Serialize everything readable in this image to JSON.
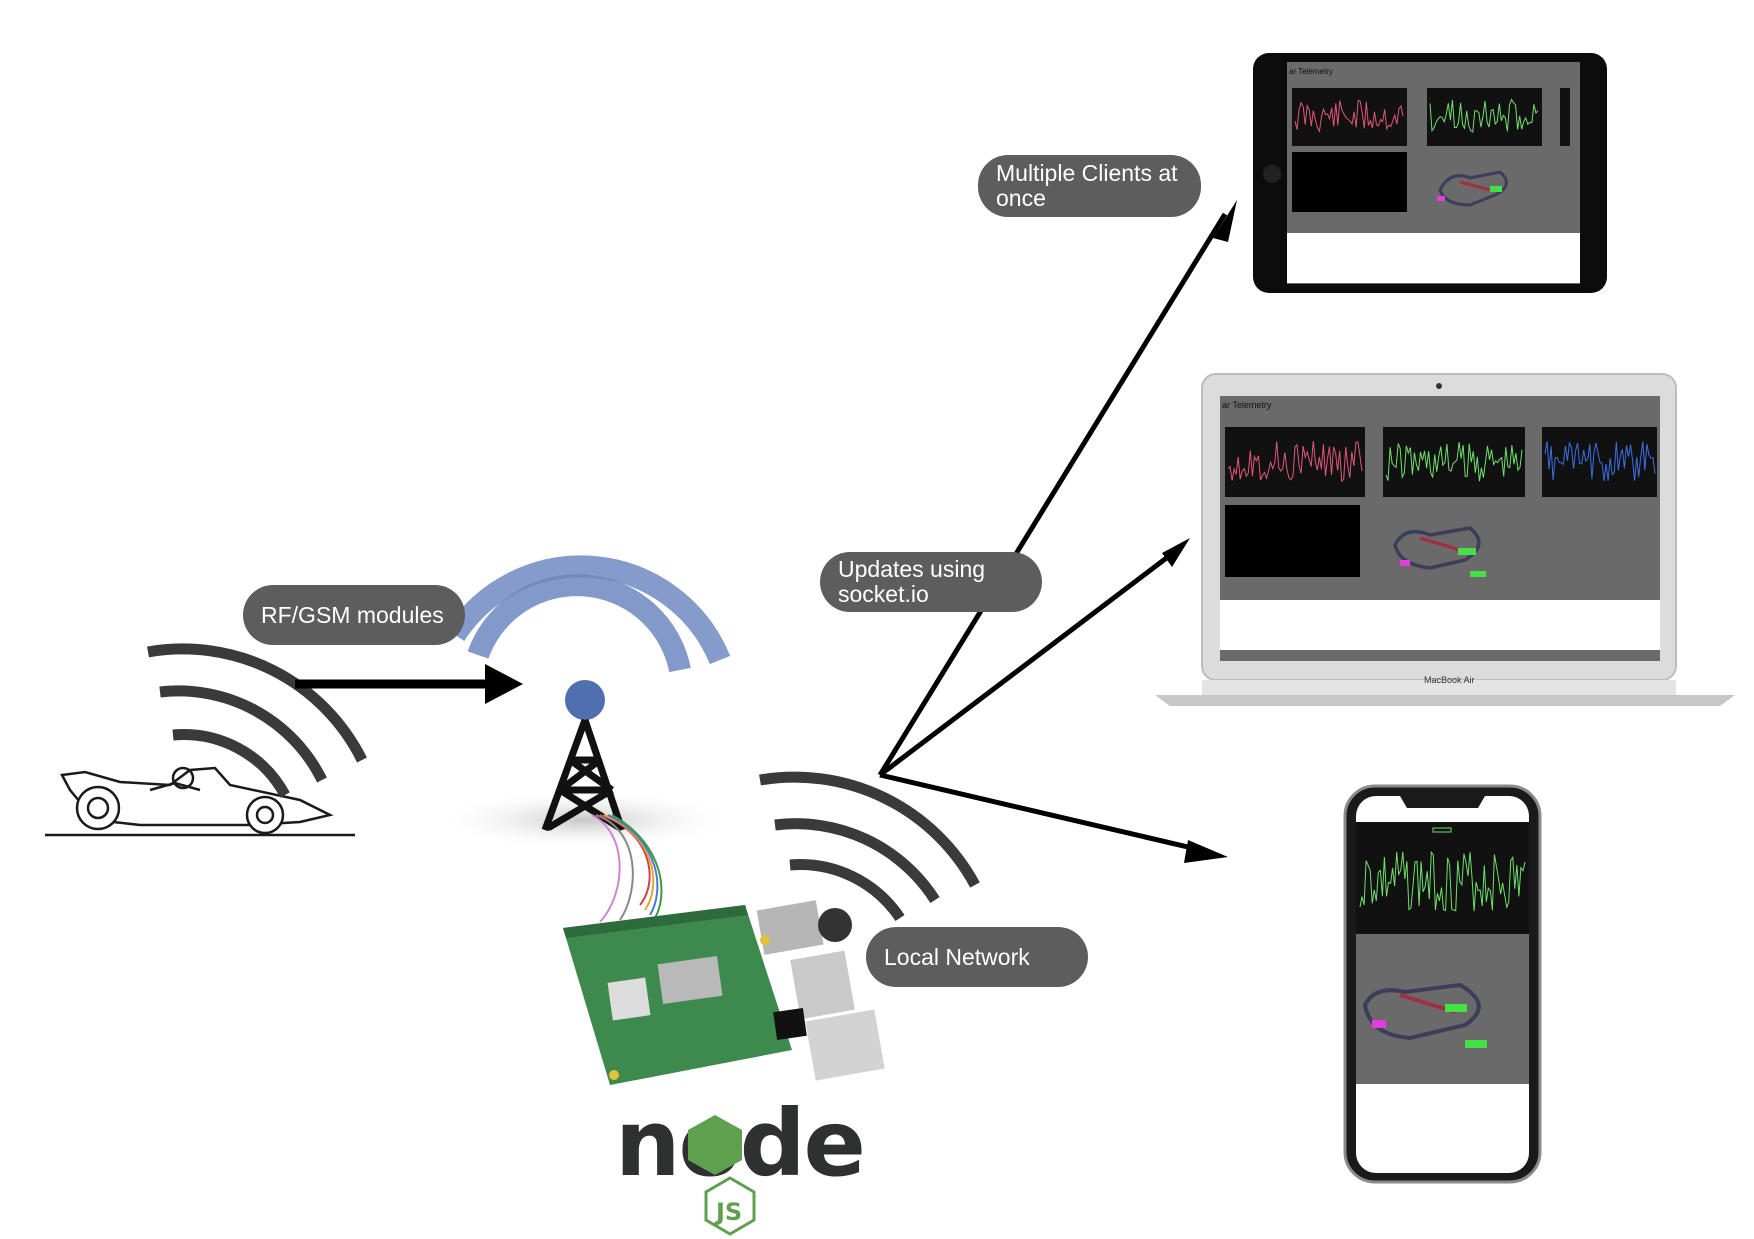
{
  "labels": {
    "rf_gsm": "RF/GSM modules",
    "multiple_clients": [
      "Multiple Clients at",
      "once"
    ],
    "updates": [
      "Updates using",
      "socket.io"
    ],
    "local_network": "Local Network"
  },
  "devices": {
    "tablet_title": "ar Telemetry",
    "laptop_title": "ar Telemetry",
    "laptop_brand": "MacBook Air"
  },
  "logo": {
    "node_text": "node",
    "js_text": "JS"
  },
  "colors": {
    "pill_bg": "#5d5d5d",
    "arc": "#3a3a3a",
    "arrow": "#000000",
    "tower_signal": "#4f6fae",
    "series_red": "#e0577a",
    "series_green": "#6fe06a",
    "series_blue": "#3b6fe0",
    "pcb_green": "#3e8a4e",
    "node_dark": "#2f3030",
    "node_green": "#5fa04e"
  },
  "icons": [
    "race-car-icon",
    "cell-tower-icon",
    "raspberry-pi-icon",
    "nodejs-logo-icon"
  ]
}
